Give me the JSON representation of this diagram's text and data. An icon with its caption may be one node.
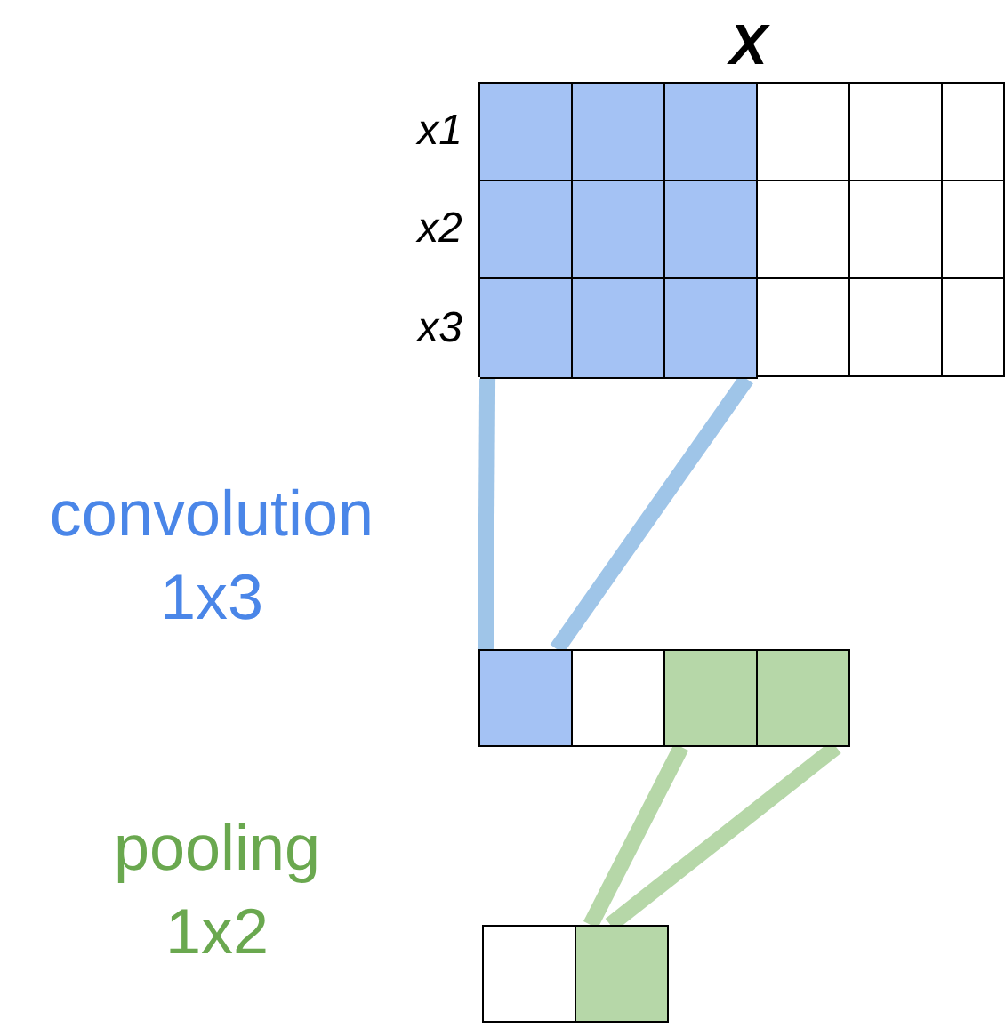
{
  "diagram": {
    "nodes": [
      {
        "text": [
          "X"
        ]
      },
      {
        "text": [],
        "shape": "box",
        "in": 0
      },
      {
        "text": [],
        "shape": "box"
      },
      {
        "text": [],
        "shape": "box"
      },
      {
        "text": [],
        "shape": "box"
      },
      {
        "text": [],
        "shape": "box"
      },
      {
        "text": [],
        "shape": "box"
      },
      {
        "text": [],
        "shape": "box"
      }
    ],
    "edges": [
      {
        "from": 1,
        "to": 2,
        "arrow": "none",
        "color": "#9fc5e8"
      },
      {
        "from": 1,
        "to": 2,
        "arrow": "none",
        "color": "#9fc5e8"
      },
      {
        "from": 4,
        "to": 7,
        "arrow": "none",
        "color": "#b6d7a8"
      },
      {
        "from": 5,
        "to": 7,
        "arrow": "none",
        "color": "#b6d7a8"
      }
    ],
    "labels": [
      "x1",
      "x2",
      "x3",
      "convolution 1x3",
      "pooling 1x2"
    ]
  }
}
